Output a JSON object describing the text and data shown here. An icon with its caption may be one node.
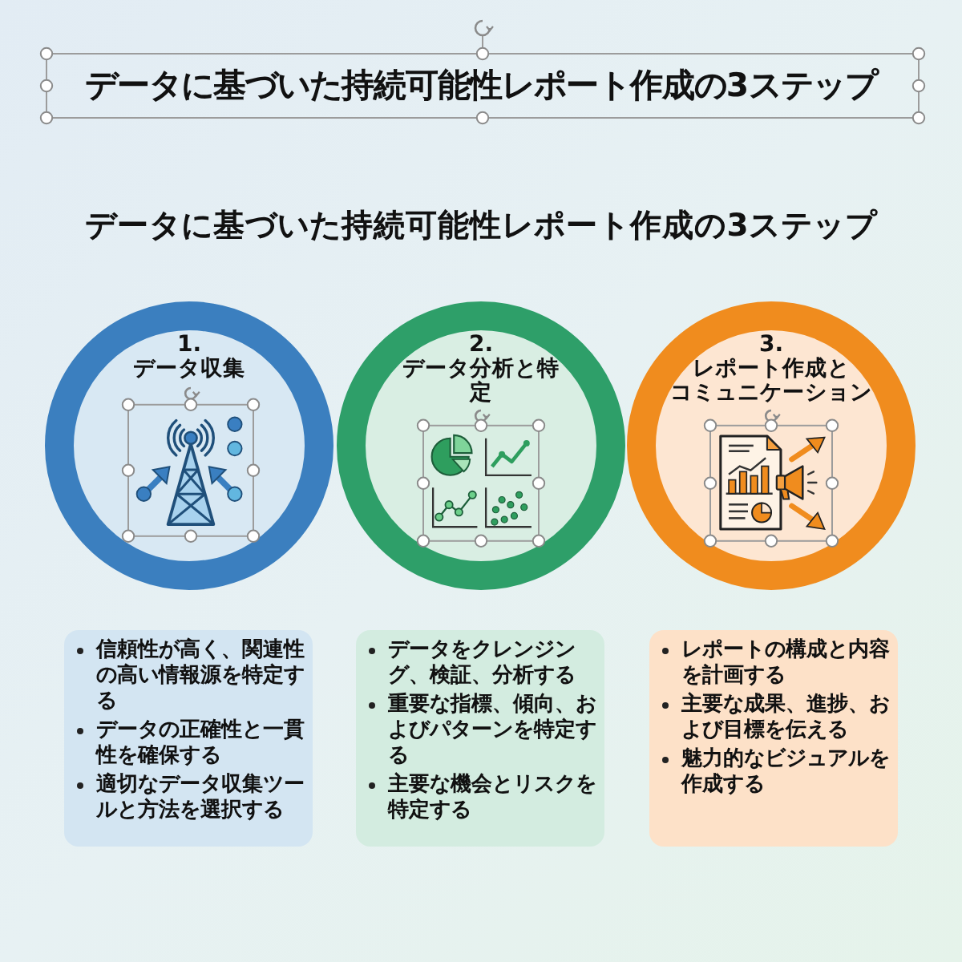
{
  "diagram": {
    "title": "データに基づいた持続可能性レポート作成の3ステップ",
    "nodes": [
      {
        "text": [
          "1.",
          "データ収集"
        ]
      },
      {
        "text": [
          "2.",
          "データ分析と特定"
        ]
      },
      {
        "text": [
          "3.",
          "レポート作成とコミュニケーション"
        ]
      },
      {
        "text": [
          "信頼性が高く、関連性の高い情報源を特定する",
          "データの正確性と一貫性を確保する",
          "適切なデータ収集ツールと方法を選択する"
        ]
      },
      {
        "text": [
          "データをクレンジング、検証、分析する",
          "重要な指標、傾向、およびパターンを特定する",
          "主要な機会とリスクを特定する"
        ]
      },
      {
        "text": [
          "レポートの構成と内容を計画する",
          "主要な成果、進捗、および目標を伝える",
          "魅力的なビジュアルを作成する"
        ]
      }
    ],
    "labels": [
      "データに基づいた持続可能性レポート作成の3ステップ"
    ]
  }
}
